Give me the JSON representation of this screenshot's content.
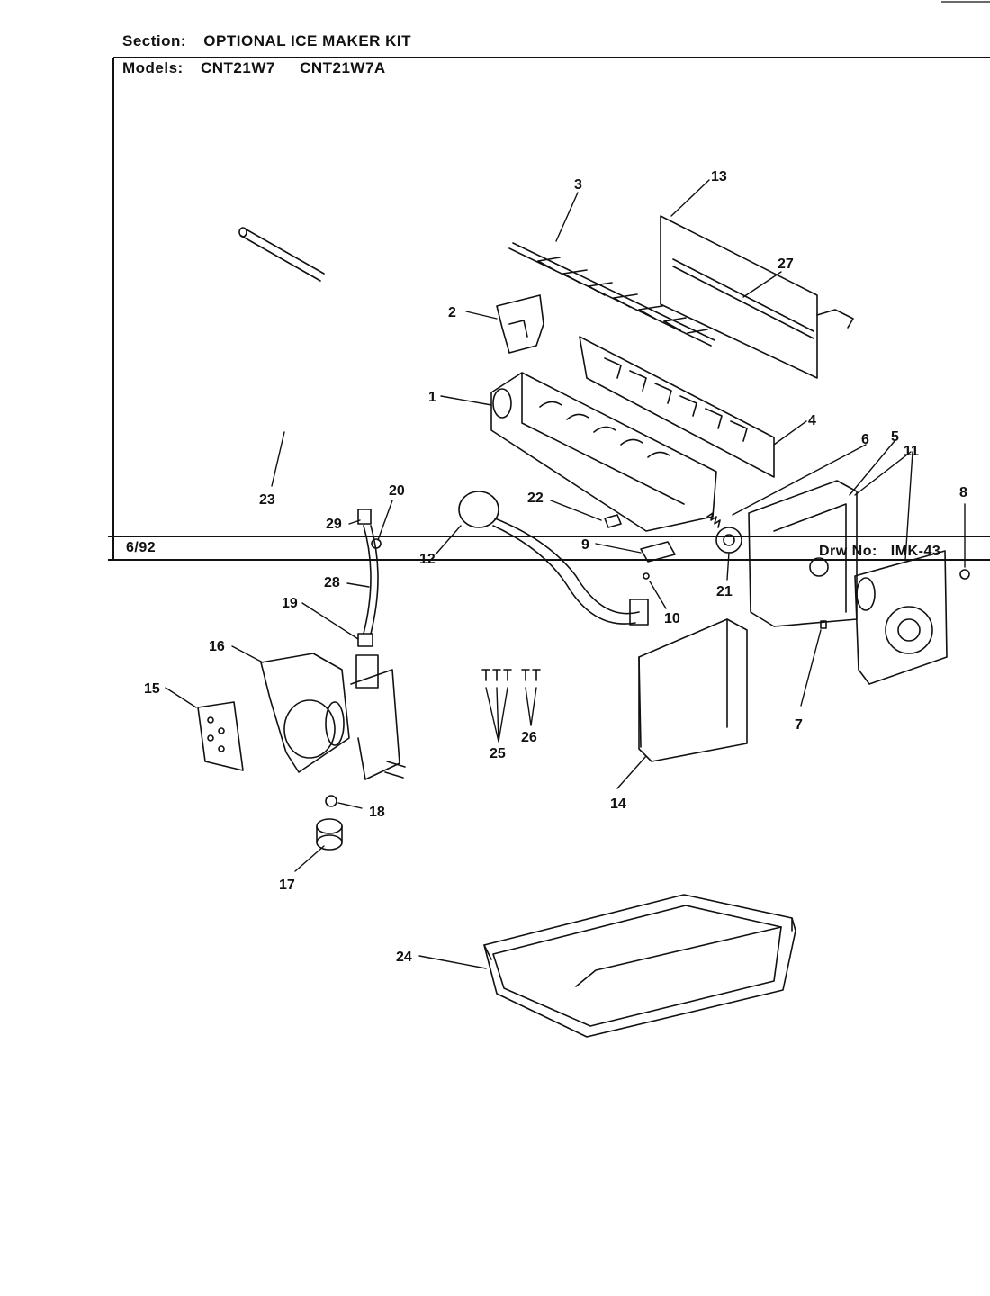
{
  "header": {
    "section_label": "Section:",
    "section_value": "OPTIONAL ICE MAKER KIT",
    "models_label": "Models:",
    "models": [
      "CNT21W7",
      "CNT21W7A"
    ]
  },
  "footer": {
    "date": "6/92",
    "drawing_label": "Drw No:",
    "drawing_number": "IMK-43"
  },
  "callouts": [
    "1",
    "2",
    "3",
    "4",
    "5",
    "6",
    "7",
    "8",
    "9",
    "10",
    "11",
    "12",
    "13",
    "14",
    "15",
    "16",
    "17",
    "18",
    "19",
    "20",
    "21",
    "22",
    "23",
    "24",
    "25",
    "26",
    "27",
    "28",
    "29"
  ]
}
